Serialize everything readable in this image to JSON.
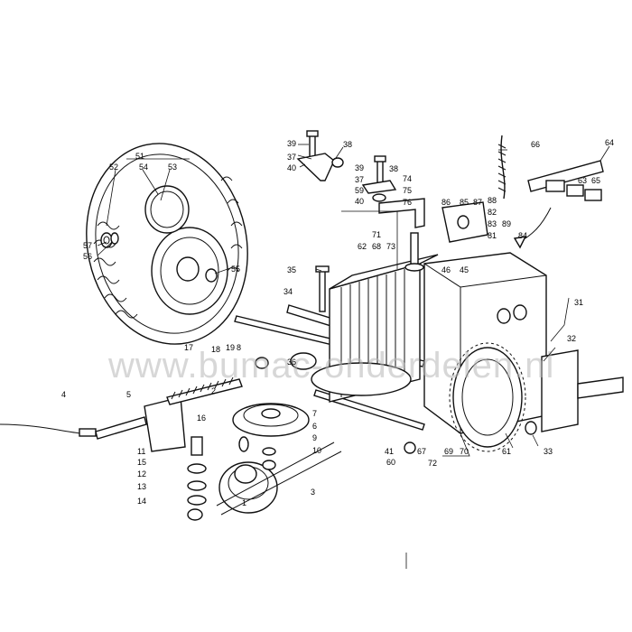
{
  "watermark": {
    "text": "www.bumac-onderdelen.nl"
  },
  "callouts": [
    "1",
    "2",
    "3",
    "4",
    "5",
    "6",
    "7",
    "8",
    "9",
    "10",
    "11",
    "12",
    "13",
    "14",
    "15",
    "16",
    "17",
    "18",
    "19",
    "31",
    "32",
    "33",
    "34",
    "35",
    "36",
    "37",
    "37",
    "38",
    "38",
    "39",
    "39",
    "40",
    "40",
    "41",
    "45",
    "46",
    "51",
    "52",
    "53",
    "54",
    "55",
    "56",
    "57",
    "59",
    "60",
    "61",
    "62",
    "63",
    "64",
    "65",
    "66",
    "67",
    "68",
    "69",
    "70",
    "71",
    "72",
    "73",
    "74",
    "75",
    "76",
    "81",
    "82",
    "83",
    "84",
    "85",
    "86",
    "87",
    "88",
    "89"
  ],
  "colors": {
    "line": "#111111",
    "watermark": "#b8b8b8",
    "background": "#ffffff"
  }
}
